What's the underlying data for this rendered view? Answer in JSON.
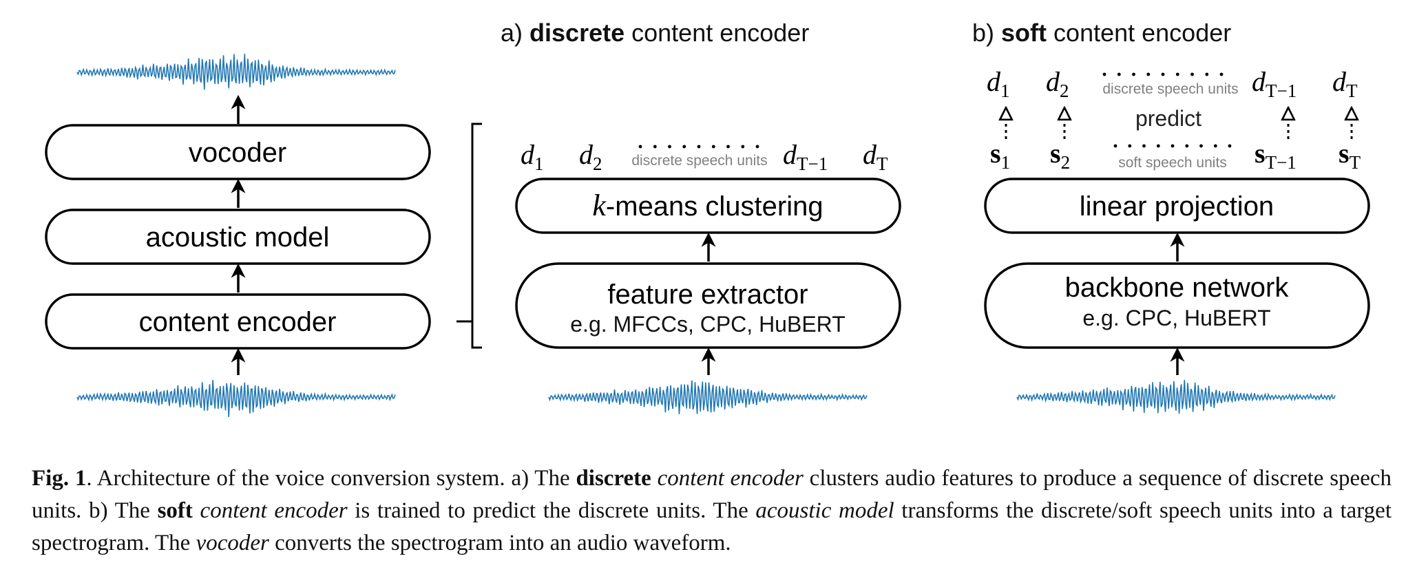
{
  "panels": {
    "a": {
      "prefix": "a)",
      "bold": "discrete",
      "rest": "content encoder"
    },
    "b": {
      "prefix": "b)",
      "bold": "soft",
      "rest": "content encoder"
    }
  },
  "pipeline": {
    "vocoder": "vocoder",
    "acoustic_model": "acoustic model",
    "content_encoder": "content encoder"
  },
  "discrete_encoder": {
    "kmeans_k": "k",
    "kmeans_rest": "-means clustering",
    "feature_extractor": "feature extractor",
    "feature_examples": "e.g. MFCCs, CPC, HuBERT",
    "units_label": "discrete speech units",
    "units": [
      {
        "base": "d",
        "sub": "1"
      },
      {
        "base": "d",
        "sub": "2"
      },
      {
        "base": "d",
        "sub": "T−1"
      },
      {
        "base": "d",
        "sub": "T"
      }
    ]
  },
  "soft_encoder": {
    "linear_projection": "linear projection",
    "backbone": "backbone network",
    "backbone_examples": "e.g. CPC, HuBERT",
    "predict_label": "predict",
    "discrete_units_label": "discrete speech units",
    "soft_units_label": "soft speech units",
    "targets": [
      {
        "base": "d",
        "sub": "1"
      },
      {
        "base": "d",
        "sub": "2"
      },
      {
        "base": "d",
        "sub": "T−1"
      },
      {
        "base": "d",
        "sub": "T"
      }
    ],
    "units": [
      {
        "base": "s",
        "sub": "1"
      },
      {
        "base": "s",
        "sub": "2"
      },
      {
        "base": "s",
        "sub": "T−1"
      },
      {
        "base": "s",
        "sub": "T"
      }
    ]
  },
  "colors": {
    "waveform": "#1f77b4",
    "label_gray": "#808080",
    "line": "#000000"
  },
  "caption": {
    "fig": "Fig. 1",
    "s1": ".   Architecture of the voice conversion system. a) The ",
    "b1": "discrete",
    "s2": " ",
    "i1": "content encoder",
    "s3": " clusters audio features to produce a sequence of discrete speech units.  b) The ",
    "b2": "soft",
    "s4": " ",
    "i2": "content encoder",
    "s5": " is trained to predict the discrete units.  The ",
    "i3": "acoustic model",
    "s6": " transforms the discrete/soft speech units into a target spectrogram. The ",
    "i4": "vocoder",
    "s7": " converts the spectrogram into an audio waveform."
  }
}
